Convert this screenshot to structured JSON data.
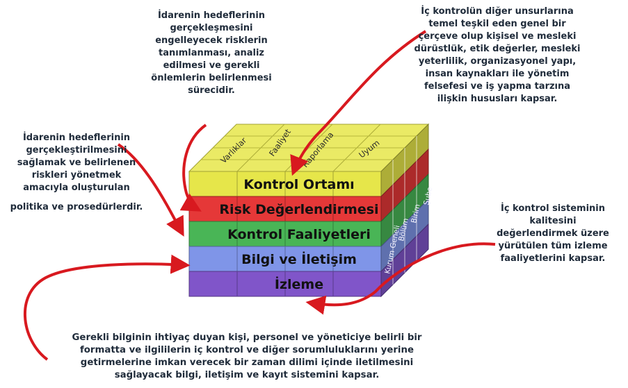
{
  "cube": {
    "top_labels": [
      "Varlıklar",
      "Faaliyet",
      "Raporlama",
      "Uyum"
    ],
    "layers": [
      {
        "label": "Kontrol Ortamı",
        "color": "#e6e64a"
      },
      {
        "label": "Risk Değerlendirmesi",
        "color": "#e53838"
      },
      {
        "label": "Kontrol Faaliyetleri",
        "color": "#49b556"
      },
      {
        "label": "Bilgi ve İletişim",
        "color": "#7f95e8"
      },
      {
        "label": "İzleme",
        "color": "#8055c9"
      }
    ],
    "side_labels": [
      "Kurum Geneli",
      "Bölüm",
      "Birim",
      "Şube"
    ]
  },
  "notes": {
    "risk_assessment": [
      "İdarenin hedeflerinin",
      "gerçekleşmesini",
      "engelleyecek risklerin",
      "tanımlanması, analiz",
      "edilmesi ve gerekli",
      "önlemlerin belirlenmesi",
      "sürecidir."
    ],
    "control_environment": [
      "İç kontrolün diğer unsurlarına",
      "temel teşkil eden genel bir",
      "çerçeve olup kişisel ve mesleki",
      "dürüstlük, etik değerler, mesleki",
      "yeterlilik, organizasyonel yapı,",
      "insan kaynakları ile yönetim",
      "felsefesi ve iş yapma tarzına",
      "ilişkin hususları kapsar."
    ],
    "control_activities": [
      "İdarenin hedeflerinin",
      "gerçekleştirilmesini",
      "sağlamak ve belirlenen",
      "riskleri yönetmek",
      "amacıyla oluşturulan",
      "politika ve prosedürlerdir."
    ],
    "monitoring": [
      "İç kontrol sisteminin",
      "kalitesini",
      "değerlendirmek üzere",
      "yürütülen tüm izleme",
      "faaliyetlerini kapsar."
    ],
    "information": [
      "Gerekli bilginin ihtiyaç duyan kişi, personel ve yöneticiye belirli bir",
      "formatta ve ilgililerin iç kontrol ve diğer sorumluluklarını yerine",
      "getirmelerine imkan verecek bir zaman dilimi içinde iletilmesini",
      "sağlayacak bilgi, iletişim ve kayıt sistemini kapsar."
    ]
  },
  "arrow_color": "#d8191f"
}
